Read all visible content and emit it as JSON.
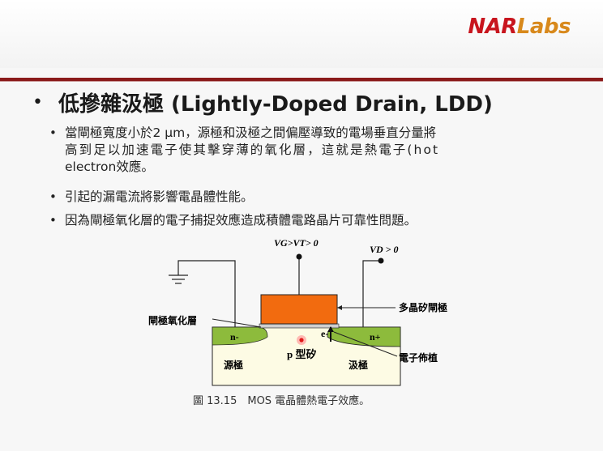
{
  "logo": {
    "nar": "NAR",
    "labs": "Labs"
  },
  "slide": {
    "title": "低摻雜汲極 (Lightly-Doped Drain, LDD)",
    "bullets": [
      {
        "lines": [
          "當閘極寬度小於2 μm，源極和汲極之間偏壓導致的電場垂直分量將",
          "高到足以加速電子使其擊穿薄的氧化層，這就是熱電子(hot",
          "electron效應。"
        ]
      },
      {
        "lines": [
          "引起的漏電流將影響電晶體性能。"
        ]
      },
      {
        "lines": [
          "因為閘極氧化層的電子捕捉效應造成積體電路晶片可靠性問題。"
        ]
      }
    ]
  },
  "diagram": {
    "vg_label": "VG>VT> 0",
    "vd_label": "VD > 0",
    "gate_label": "多晶矽閘極",
    "oxide_label": "閘極氧化層",
    "n_left": "n-",
    "n_right": "n+",
    "electron": "e-",
    "substrate": "p 型矽",
    "source": "源極",
    "drain": "汲極",
    "trap_label": "電子佈植",
    "caption": "圖 13.15　MOS 電晶體熱電子效應。"
  },
  "colors": {
    "accent_rule": "#8a1a1a",
    "gate": "#f26b0f",
    "n_region": "#8dbb3c",
    "substrate": "#fdfbe4",
    "logo_red": "#c8151e",
    "logo_orange": "#d8891c"
  }
}
